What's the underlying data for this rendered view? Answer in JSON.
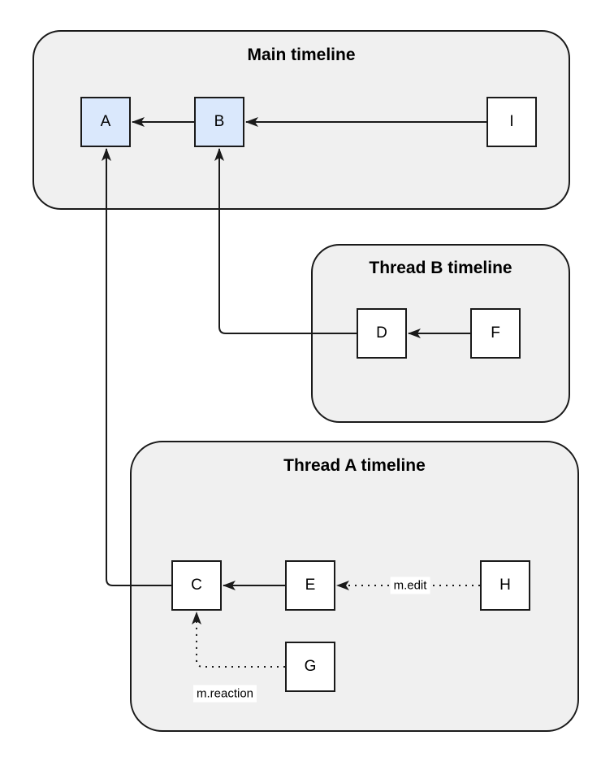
{
  "containers": [
    {
      "id": "main-timeline",
      "title": "Main timeline"
    },
    {
      "id": "thread-b-timeline",
      "title": "Thread B timeline"
    },
    {
      "id": "thread-a-timeline",
      "title": "Thread A timeline"
    }
  ],
  "nodes": [
    {
      "id": "A",
      "label": "A",
      "variant": "highlighted",
      "timeline": "main"
    },
    {
      "id": "B",
      "label": "B",
      "variant": "highlighted",
      "timeline": "main"
    },
    {
      "id": "I",
      "label": "I",
      "variant": "plain",
      "timeline": "main"
    },
    {
      "id": "D",
      "label": "D",
      "variant": "plain",
      "timeline": "thread-b"
    },
    {
      "id": "F",
      "label": "F",
      "variant": "plain",
      "timeline": "thread-b"
    },
    {
      "id": "C",
      "label": "C",
      "variant": "plain",
      "timeline": "thread-a"
    },
    {
      "id": "E",
      "label": "E",
      "variant": "plain",
      "timeline": "thread-a"
    },
    {
      "id": "H",
      "label": "H",
      "variant": "plain",
      "timeline": "thread-a"
    },
    {
      "id": "G",
      "label": "G",
      "variant": "plain",
      "timeline": "thread-a"
    }
  ],
  "edges": [
    {
      "from": "B",
      "to": "A",
      "style": "solid",
      "label": ""
    },
    {
      "from": "I",
      "to": "B",
      "style": "solid",
      "label": ""
    },
    {
      "from": "D",
      "to": "B",
      "style": "solid",
      "label": ""
    },
    {
      "from": "F",
      "to": "D",
      "style": "solid",
      "label": ""
    },
    {
      "from": "C",
      "to": "A",
      "style": "solid",
      "label": ""
    },
    {
      "from": "E",
      "to": "C",
      "style": "solid",
      "label": ""
    },
    {
      "from": "H",
      "to": "E",
      "style": "dotted",
      "label": "m.edit"
    },
    {
      "from": "G",
      "to": "C",
      "style": "dotted",
      "label": "m.reaction"
    }
  ],
  "colors": {
    "container_fill": "#f0f0f0",
    "container_stroke": "#1a1a1a",
    "node_fill": "#ffffff",
    "node_highlight_fill": "#dae8fc",
    "node_stroke": "#1a1a1a",
    "edge_color": "#1a1a1a",
    "label_bg": "#ffffff",
    "text_color": "#000000"
  }
}
